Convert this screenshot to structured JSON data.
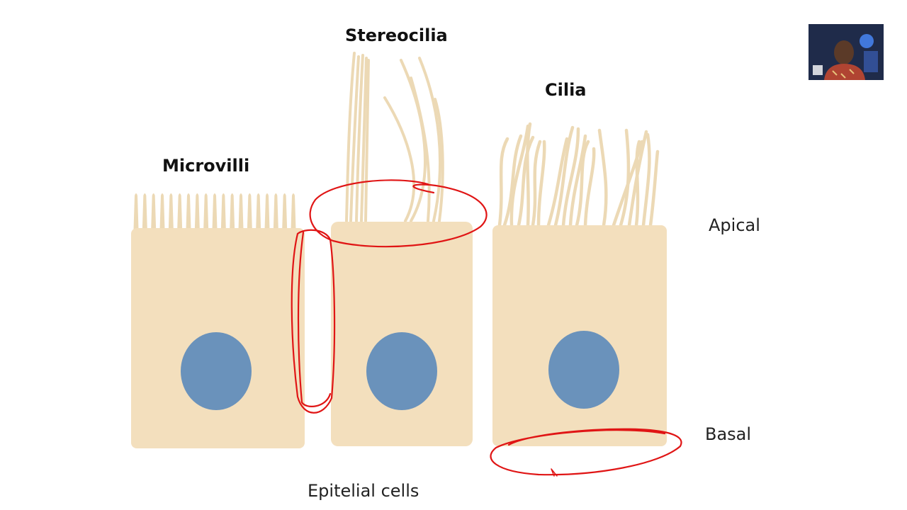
{
  "labels": {
    "stereocilia": "Stereocilia",
    "cilia": "Cilia",
    "microvilli": "Microvilli",
    "apical": "Apical",
    "basal": "Basal",
    "caption": "Epitelial cells"
  },
  "colors": {
    "cell": "#f3dfbd",
    "nucleus": "#6a92bb",
    "process": "#ecd9b5",
    "annotation": "#e01515"
  },
  "webcam": {
    "icon": "presenter-webcam-thumbnail"
  }
}
